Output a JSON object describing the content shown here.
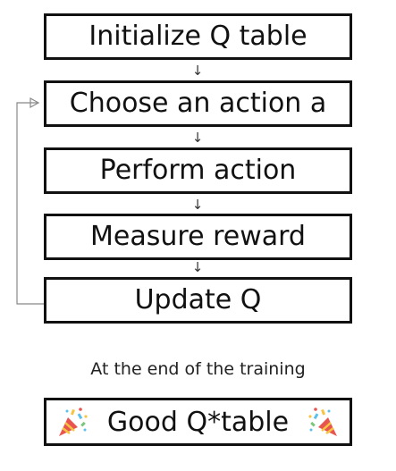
{
  "steps": [
    {
      "label": "Initialize Q table"
    },
    {
      "label": "Choose an action a"
    },
    {
      "label": "Perform action"
    },
    {
      "label": "Measure reward"
    },
    {
      "label": "Update Q"
    }
  ],
  "arrow_glyph": "↓",
  "caption": "At the end of the training",
  "result": {
    "label": "Good Q*table",
    "icon": "party-popper-icon"
  },
  "colors": {
    "line": "#111111",
    "loop_line": "#888888",
    "popper_cone": "#e8554e",
    "popper_stripe": "#f5c542",
    "confetti": [
      "#f5c542",
      "#5bc0eb",
      "#e8554e",
      "#7bc67b"
    ]
  }
}
